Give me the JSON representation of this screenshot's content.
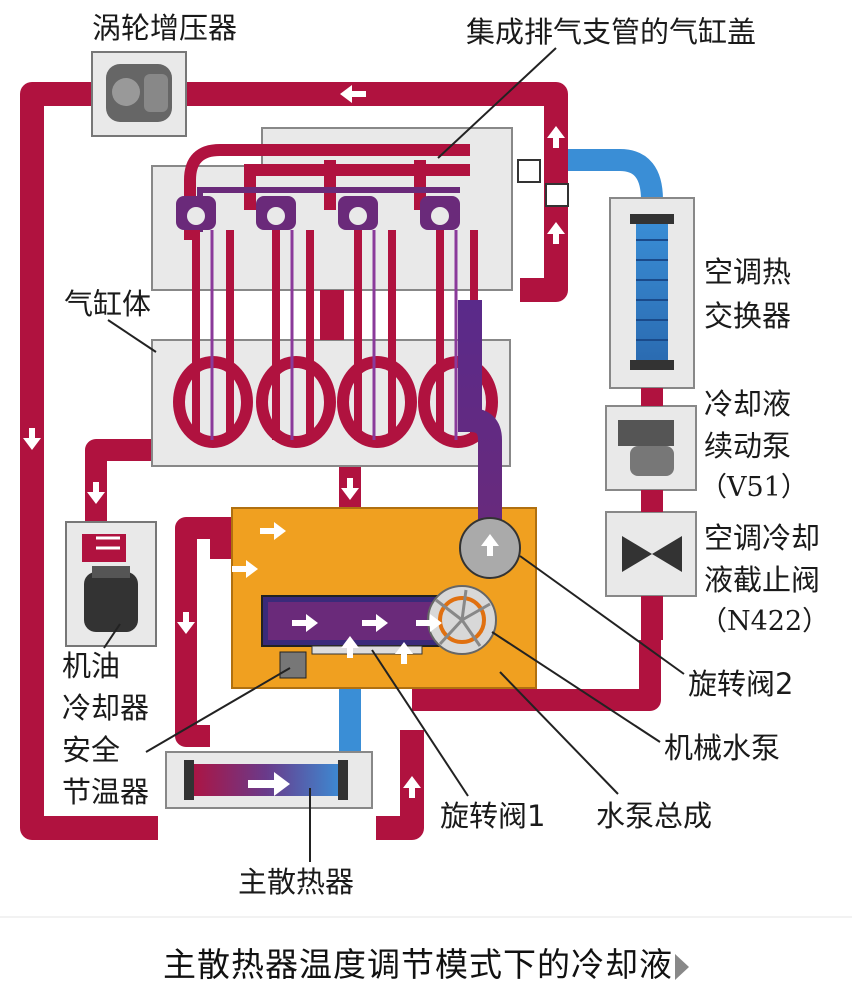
{
  "labels": {
    "turbocharger": "涡轮增压器",
    "cylinder_head": "集成排气支管的气缸盖",
    "cylinder_block": "气缸体",
    "ac_exchanger_1": "空调热",
    "ac_exchanger_2": "交换器",
    "pump_v51_1": "冷却液",
    "pump_v51_2": "续动泵",
    "pump_v51_3": "（V51）",
    "valve_n422_1": "空调冷却",
    "valve_n422_2": "液截止阀",
    "valve_n422_3": "（N422）",
    "rotary_valve_2": "旋转阀2",
    "mech_pump": "机械水泵",
    "pump_assembly": "水泵总成",
    "rotary_valve_1": "旋转阀1",
    "oil_cooler_1": "机油",
    "oil_cooler_2": "冷却器",
    "thermostat_1": "安全",
    "thermostat_2": "节温器",
    "main_radiator": "主散热器"
  },
  "caption": "主散热器温度调节模式下的冷却液",
  "colors": {
    "coolant_hot": "#b0123f",
    "coolant_cold": "#3a8ed6",
    "coolant_mixed": "#6a2a7a",
    "pump_housing": "#f0a020",
    "component_bg": "#e9e9e9"
  }
}
